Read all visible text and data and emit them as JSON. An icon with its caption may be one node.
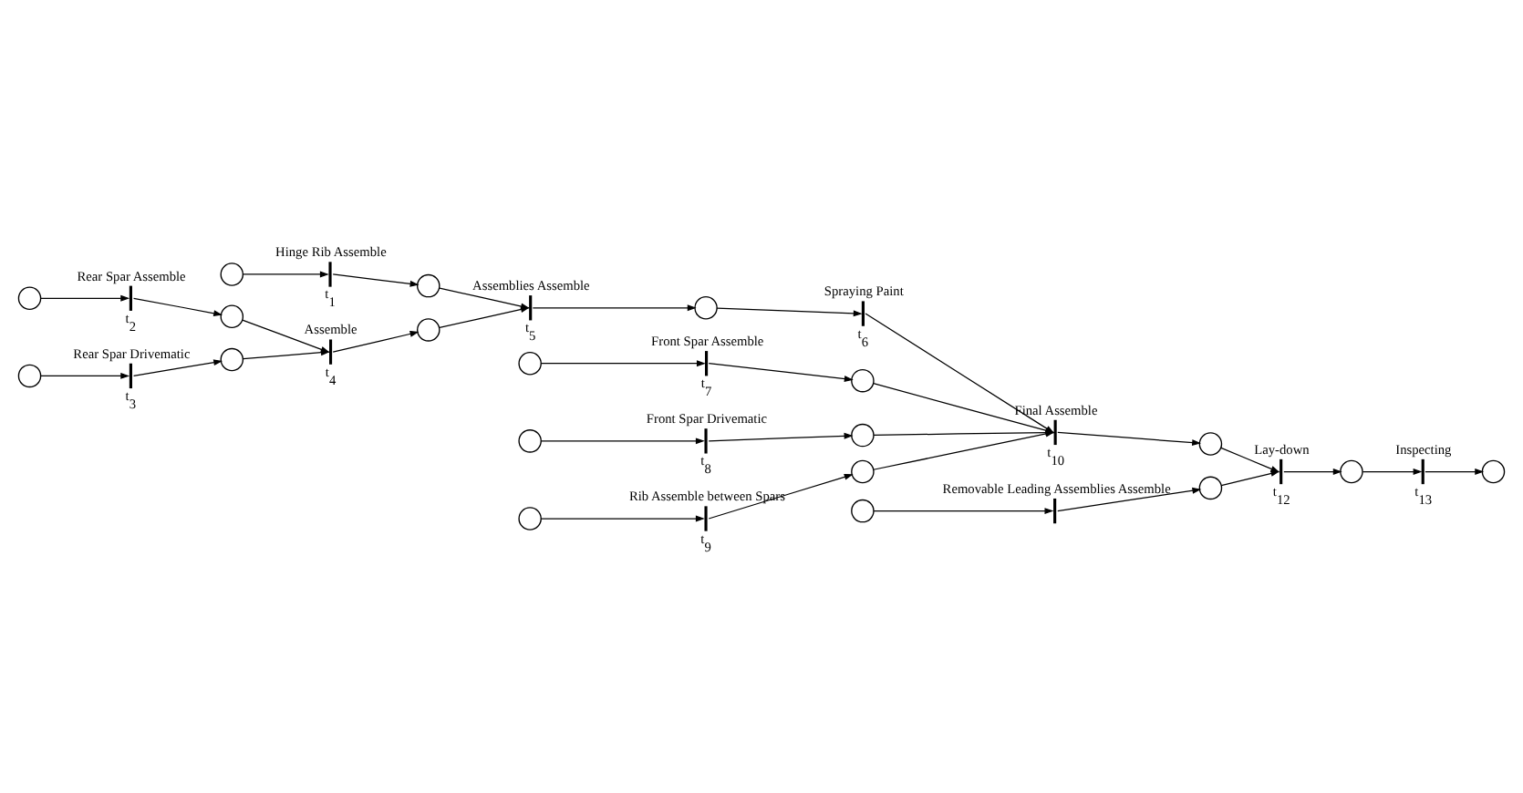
{
  "diagram": {
    "nodes": [
      {
        "text": [],
        "shape": "circle"
      },
      {
        "text": [],
        "shape": "bar",
        "beside": [
          "Hinge Rib Assemble",
          "t$_{1}$"
        ]
      },
      {
        "text": [],
        "shape": "circle"
      },
      {
        "text": [],
        "shape": "circle"
      },
      {
        "text": [],
        "shape": "bar",
        "beside": [
          "Rear Spar Assemble",
          "t$_{2}$"
        ]
      },
      {
        "text": [],
        "shape": "circle"
      },
      {
        "text": [],
        "shape": "circle"
      },
      {
        "text": [],
        "shape": "bar",
        "beside": [
          "Rear Spar Drivematic",
          "t$_{3}$"
        ]
      },
      {
        "text": [],
        "shape": "circle"
      },
      {
        "text": [],
        "shape": "bar",
        "beside": [
          "Assemble",
          "t$_{4}$"
        ]
      },
      {
        "text": [],
        "shape": "circle"
      },
      {
        "text": [],
        "shape": "bar",
        "beside": [
          "Assemblies Assemble",
          "t$_{5}$"
        ]
      },
      {
        "text": [],
        "shape": "circle"
      },
      {
        "text": [],
        "shape": "bar",
        "beside": [
          "Spraying Paint",
          "t$_{6}$"
        ]
      },
      {
        "text": [],
        "shape": "circle"
      },
      {
        "text": [],
        "shape": "bar",
        "beside": [
          "Front Spar Assemble",
          "t$_{7}$"
        ]
      },
      {
        "text": [],
        "shape": "circle"
      },
      {
        "text": [],
        "shape": "circle"
      },
      {
        "text": [],
        "shape": "bar",
        "beside": [
          "Front Spar Drivematic",
          "t$_{8}$"
        ]
      },
      {
        "text": [],
        "shape": "circle"
      },
      {
        "text": [],
        "shape": "circle"
      },
      {
        "text": [],
        "shape": "bar",
        "beside": [
          "Rib Assemble between Spars",
          "t$_{9}$"
        ]
      },
      {
        "text": [],
        "shape": "circle"
      },
      {
        "text": [],
        "shape": "circle"
      },
      {
        "text": [],
        "shape": "bar",
        "beside": [
          "Removable Leading Assemblies Assemble"
        ]
      },
      {
        "text": [],
        "shape": "circle"
      },
      {
        "text": [],
        "shape": "bar",
        "beside": [
          "Final Assemble",
          "t$_{10}$"
        ]
      },
      {
        "text": [],
        "shape": "circle"
      },
      {
        "text": [],
        "shape": "bar",
        "beside": [
          "Lay-down",
          "t$_{12}$"
        ]
      },
      {
        "text": [],
        "shape": "circle"
      },
      {
        "text": [],
        "shape": "bar",
        "beside": [
          "Inspecting",
          "t$_{13}$"
        ]
      },
      {
        "text": [],
        "shape": "circle"
      }
    ],
    "edges": [
      {
        "from": 0,
        "to": 1,
        "arrow": "to"
      },
      {
        "from": 1,
        "to": 2,
        "arrow": "to"
      },
      {
        "from": 2,
        "to": 11,
        "arrow": "to"
      },
      {
        "from": 3,
        "to": 4,
        "arrow": "to"
      },
      {
        "from": 4,
        "to": 5,
        "arrow": "to"
      },
      {
        "from": 5,
        "to": 9,
        "arrow": "to"
      },
      {
        "from": 6,
        "to": 7,
        "arrow": "to"
      },
      {
        "from": 7,
        "to": 8,
        "arrow": "to"
      },
      {
        "from": 8,
        "to": 9,
        "arrow": "to"
      },
      {
        "from": 9,
        "to": 10,
        "arrow": "to"
      },
      {
        "from": 10,
        "to": 11,
        "arrow": "to"
      },
      {
        "from": 11,
        "to": 12,
        "arrow": "to"
      },
      {
        "from": 12,
        "to": 13,
        "arrow": "to"
      },
      {
        "from": 13,
        "to": 26,
        "arrow": "to"
      },
      {
        "from": 14,
        "to": 15,
        "arrow": "to"
      },
      {
        "from": 15,
        "to": 16,
        "arrow": "to"
      },
      {
        "from": 16,
        "to": 26,
        "arrow": "to"
      },
      {
        "from": 17,
        "to": 18,
        "arrow": "to"
      },
      {
        "from": 18,
        "to": 19,
        "arrow": "to"
      },
      {
        "from": 19,
        "to": 26,
        "arrow": "to"
      },
      {
        "from": 20,
        "to": 21,
        "arrow": "to"
      },
      {
        "from": 21,
        "to": 22,
        "arrow": "to"
      },
      {
        "from": 22,
        "to": 26,
        "arrow": "to"
      },
      {
        "from": 23,
        "to": 24,
        "arrow": "to"
      },
      {
        "from": 24,
        "to": 25,
        "arrow": "to"
      },
      {
        "from": 25,
        "to": 28,
        "arrow": "to"
      },
      {
        "from": 26,
        "to": 27,
        "arrow": "to"
      },
      {
        "from": 27,
        "to": 28,
        "arrow": "to"
      },
      {
        "from": 28,
        "to": 29,
        "arrow": "to"
      },
      {
        "from": 29,
        "to": 30,
        "arrow": "to"
      },
      {
        "from": 30,
        "to": 31,
        "arrow": "to"
      }
    ]
  }
}
